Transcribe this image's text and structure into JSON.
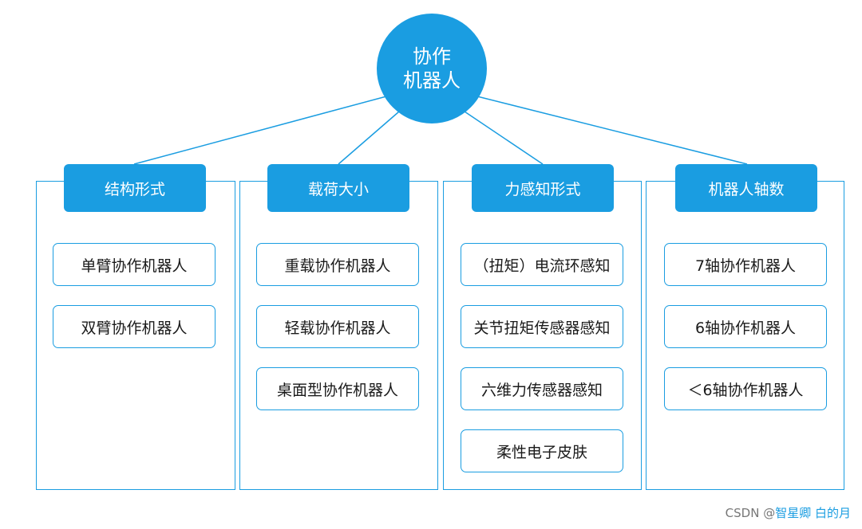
{
  "root": {
    "line1": "协作",
    "line2": "机器人"
  },
  "categories": [
    {
      "label": "结构形式",
      "items": [
        "单臂协作机器人",
        "双臂协作机器人"
      ]
    },
    {
      "label": "载荷大小",
      "items": [
        "重载协作机器人",
        "轻载协作机器人",
        "桌面型协作机器人"
      ]
    },
    {
      "label": "力感知形式",
      "items": [
        "（扭矩）电流环感知",
        "关节扭矩传感器感知",
        "六维力传感器感知",
        "柔性电子皮肤"
      ]
    },
    {
      "label": "机器人轴数",
      "items": [
        "7轴协作机器人",
        "6轴协作机器人",
        "＜6轴协作机器人"
      ]
    }
  ],
  "watermark": {
    "part1": "CSDN @",
    "part2": "智星卿 白的月"
  },
  "colors": {
    "accent": "#1a9de1",
    "text": "#1a1a1a"
  }
}
